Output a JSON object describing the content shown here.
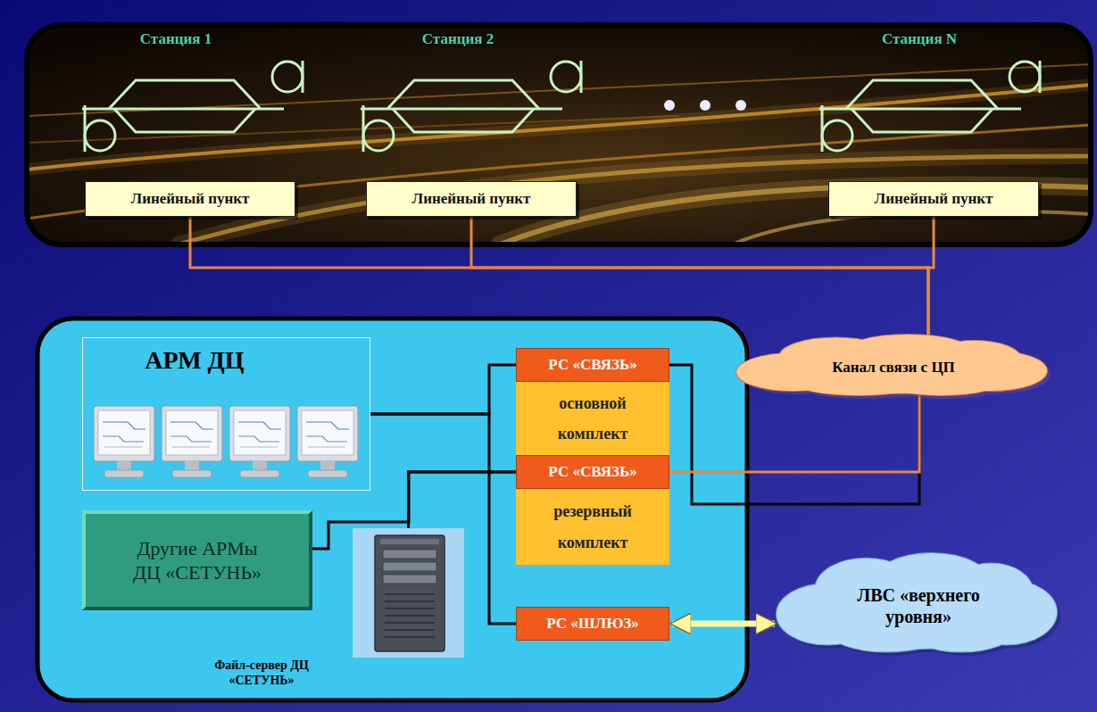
{
  "diagram": {
    "nodes": [
      {
        "text": [
          "Линейный пункт"
        ]
      },
      {
        "text": [
          "Линейный пункт"
        ]
      },
      {
        "text": [
          "Линейный пункт"
        ]
      },
      {
        "text": [
          "Канал связи с ЦП"
        ]
      },
      {
        "text": [
          "АРМ ДЦ"
        ]
      },
      {
        "text": [
          "РС «СВЯЗЬ»",
          "основной комплект"
        ]
      },
      {
        "text": [
          "РС «СВЯЗЬ»",
          "резервный комплект"
        ]
      },
      {
        "text": [
          "Другие АРМы ДЦ «СЕТУНЬ»"
        ]
      },
      {
        "text": [
          "Файл-сервер ДЦ «СЕТУНЬ»"
        ]
      },
      {
        "text": [
          "РС «ШЛЮЗ»"
        ]
      },
      {
        "text": [
          "ЛВС «верхнего уровня»"
        ]
      }
    ],
    "edges": [
      {
        "from": 0,
        "to": 3,
        "arrow": "none"
      },
      {
        "from": 1,
        "to": 3,
        "arrow": "none"
      },
      {
        "from": 2,
        "to": 3,
        "arrow": "none"
      },
      {
        "from": 5,
        "to": 3,
        "arrow": "none"
      },
      {
        "from": 6,
        "to": 3,
        "arrow": "none"
      },
      {
        "from": 4,
        "to": 5,
        "arrow": "none"
      },
      {
        "from": 4,
        "to": 9,
        "arrow": "none"
      },
      {
        "from": 7,
        "to": 6,
        "arrow": "none"
      },
      {
        "from": 8,
        "to": 6,
        "arrow": "none"
      },
      {
        "from": 9,
        "to": 10,
        "arrow": "both"
      }
    ],
    "labels": [
      "Станция 1",
      "Станция 2",
      "Станция N"
    ]
  }
}
